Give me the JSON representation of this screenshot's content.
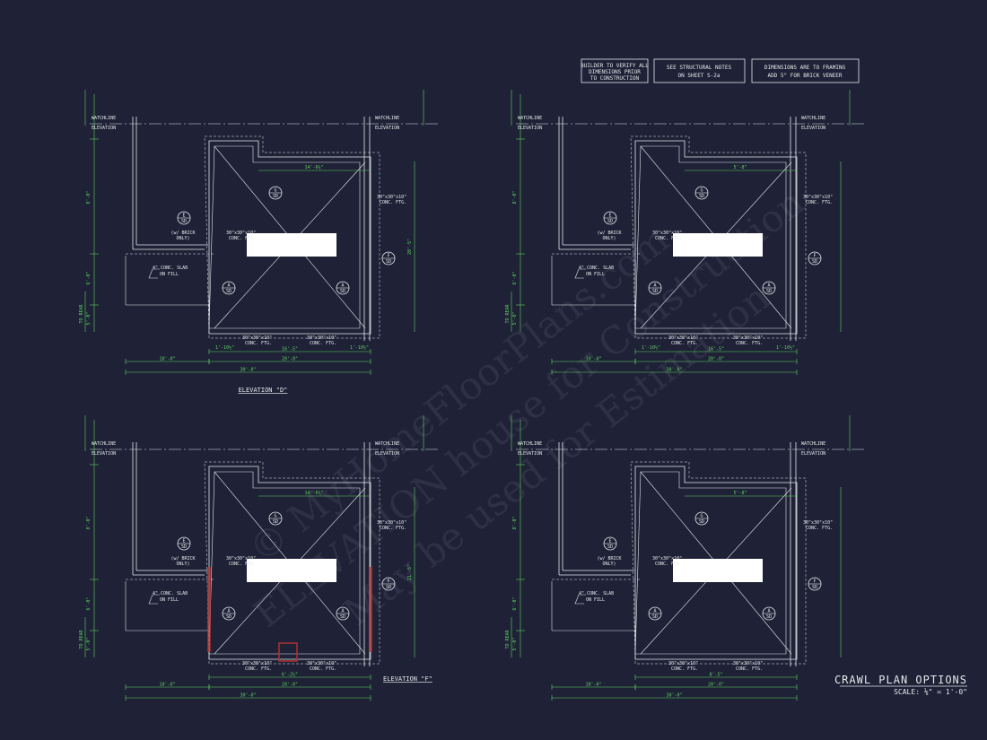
{
  "notes": [
    {
      "lines": [
        "BUILDER TO VERIFY ALL",
        "DIMENSIONS PRIOR",
        "TO CONSTRUCTION"
      ]
    },
    {
      "lines": [
        "SEE STRUCTURAL NOTES",
        "ON SHEET S-2a"
      ]
    },
    {
      "lines": [
        "DIMENSIONS ARE TO FRAMING",
        "ADD 5\" FOR BRICK VENEER"
      ]
    }
  ],
  "plans": [
    {
      "label": "ELEVATION \"D\"",
      "dims": {
        "total": "30'-0\"",
        "left": "10'-0\"",
        "mid": "20'-0\"",
        "inner": "16'-5\"",
        "small_l": "1'-10½\"",
        "small_r": "1'-10½\"",
        "top": "14'-6½\"",
        "side": "20'-5\""
      }
    },
    {
      "label": "",
      "dims": {
        "total": "30'-0\"",
        "left": "10'-0\"",
        "mid": "20'-0\"",
        "inner": "16'-5\"",
        "small_l": "1'-10½\"",
        "small_r": "1'-10½\"",
        "top": "5'-8\"",
        "side": ""
      }
    },
    {
      "label": "ELEVATION \"F\"",
      "dims": {
        "total": "30'-0\"",
        "left": "10'-0\"",
        "mid": "20'-0\"",
        "inner": "6'-2½\"",
        "small_l": "",
        "small_r": "",
        "top": "14'-6½\"",
        "side": "21'-5\""
      }
    },
    {
      "label": "",
      "dims": {
        "total": "30'-0\"",
        "left": "10'-0\"",
        "mid": "20'-0\"",
        "inner": "8'-5\"",
        "small_l": "",
        "small_r": "",
        "top": "5'-8\"",
        "side": ""
      }
    }
  ],
  "plan_labels": {
    "watchline": [
      "WATCHLINE",
      "ELEVATION"
    ],
    "footing": [
      "30\"x30\"x10\"",
      "CONC. FTG."
    ],
    "slab": [
      "4\" CONC. SLAB",
      "ON FILL"
    ],
    "brick": [
      "(w/ BRICK",
      "ONLY)"
    ],
    "callout_sd": "SD",
    "callouts": [
      "A",
      "E",
      "G",
      "F"
    ],
    "rear_label": "TO REAR",
    "vertical_dims": [
      "8'-0\"",
      "6'-0\"",
      "5'-0\""
    ]
  },
  "title": {
    "main": "CRAWL PLAN OPTIONS",
    "scale": "SCALE: ⅛\" = 1'-0\""
  },
  "watermark": {
    "line1": "© MyHomeFloorPlans.com",
    "line2": "ELEVATION house for Construction",
    "line3": "May be used for Estimation"
  },
  "colors": {
    "background": "#1f2237",
    "linework": "#e6e6ea",
    "dimension": "#5fd35f",
    "highlight": "#b03030"
  }
}
